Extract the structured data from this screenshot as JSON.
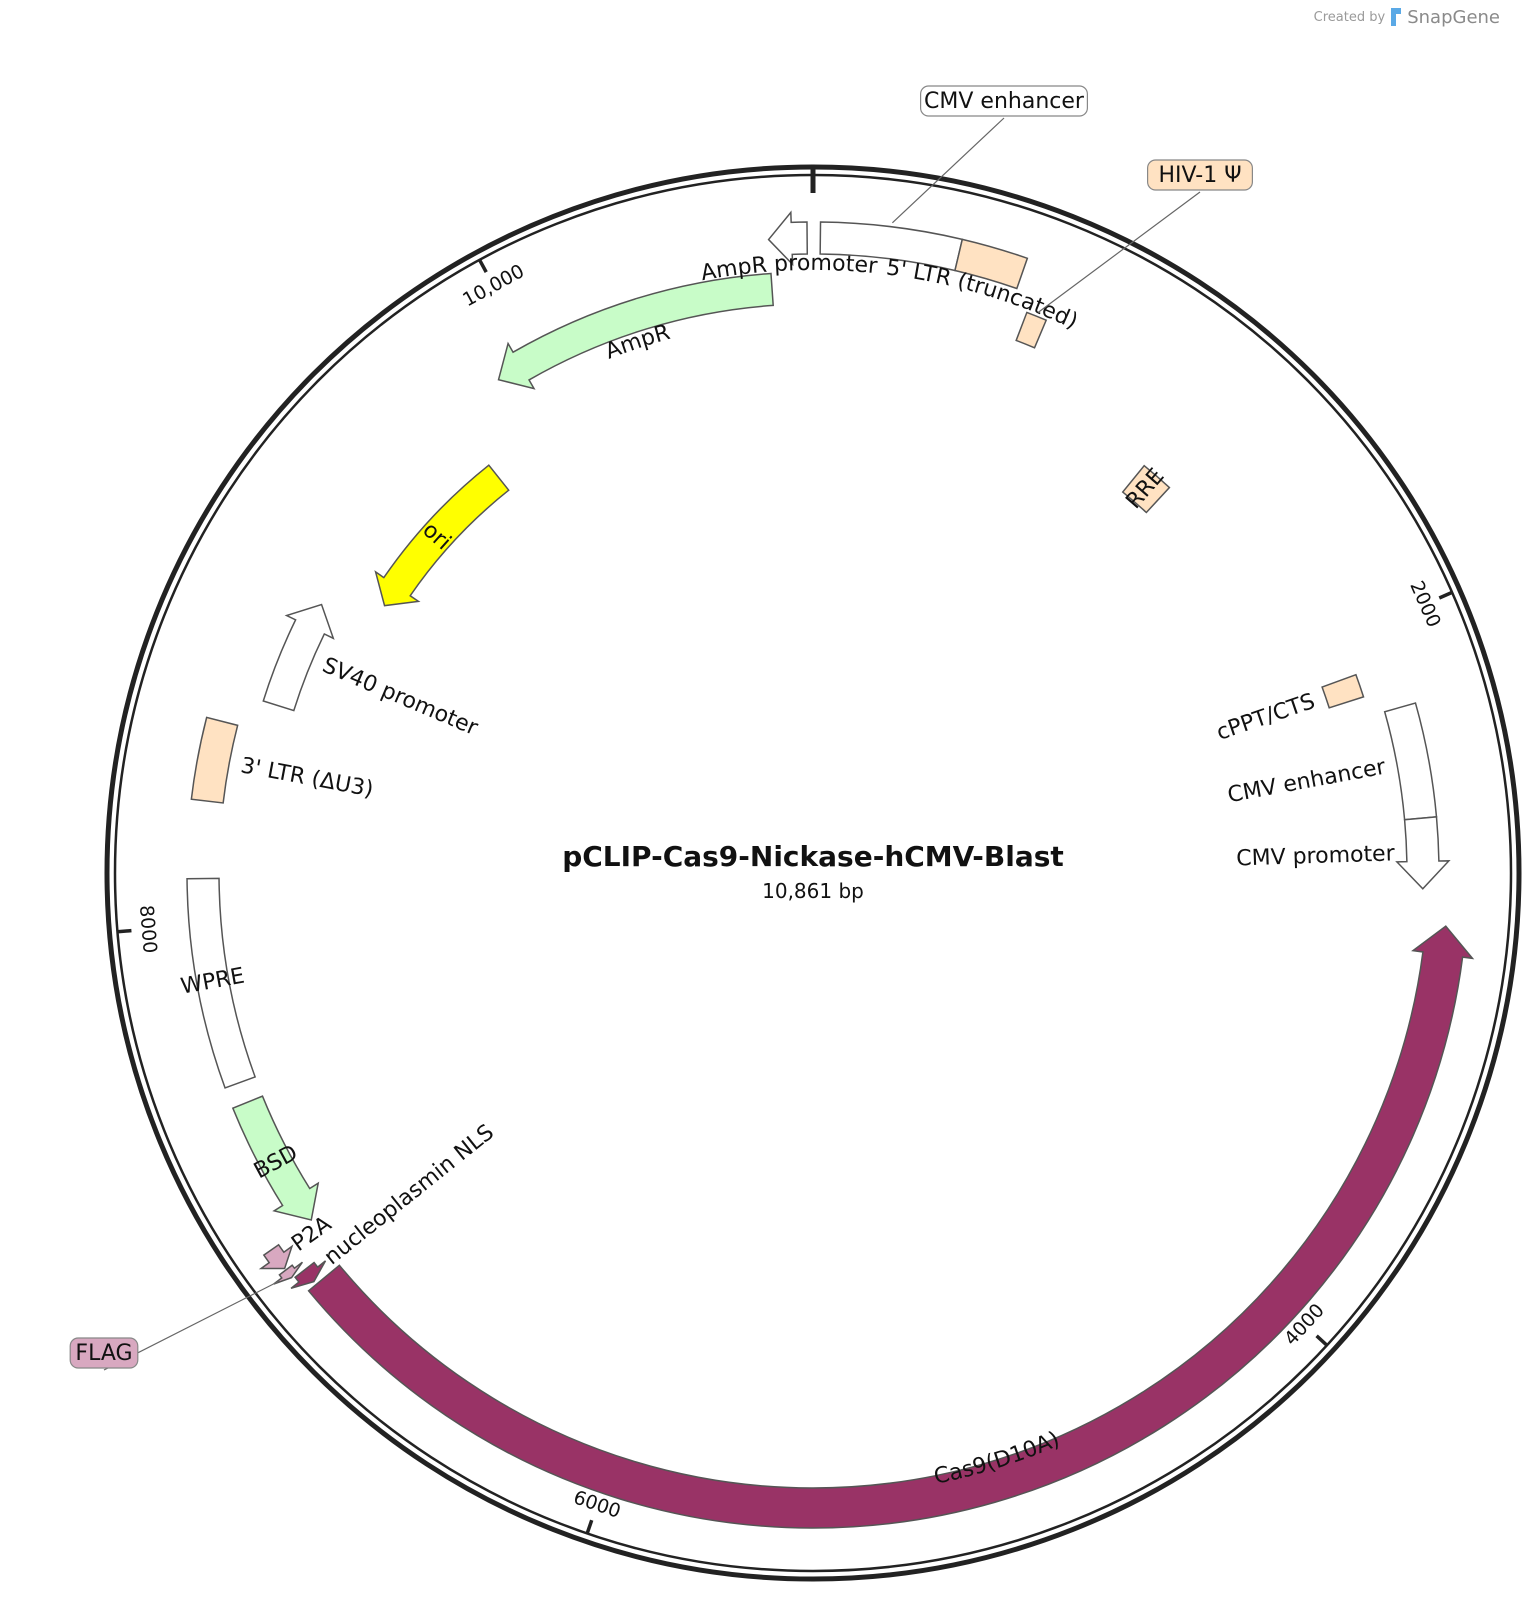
{
  "credit": {
    "prefix": "Created by",
    "brand": "SnapGene",
    "logo_icon": "snapgene-logo-icon"
  },
  "plasmid": {
    "name": "pCLIP-Cas9-Nickase-hCMV-Blast",
    "length_label": "10,861 bp",
    "length_bp": 10861
  },
  "ticks": [
    {
      "bp": 2000,
      "label": "2000"
    },
    {
      "bp": 4000,
      "label": "4000"
    },
    {
      "bp": 6000,
      "label": "6000"
    },
    {
      "bp": 8000,
      "label": "8000"
    },
    {
      "bp": 10000,
      "label": "10,000"
    }
  ],
  "colors": {
    "backbone": "#222222",
    "ltr": "#ffe2c2",
    "amp": "#c8fcc8",
    "ori": "#ffff00",
    "cas9": "#993366",
    "flag": "#d8a8c0",
    "white": "#ffffff",
    "outline": "#555555"
  },
  "features": [
    {
      "id": "cmv-enhancer-1",
      "label": "CMV enhancer",
      "start": 20,
      "end": 400,
      "direction": "none",
      "color": "#ffffff",
      "label_mode": "callout"
    },
    {
      "id": "ltr5",
      "label": "5' LTR (truncated)",
      "start": 400,
      "end": 580,
      "direction": "none",
      "color": "#ffe2c2",
      "label_mode": "curved"
    },
    {
      "id": "hiv-psi",
      "label": "HIV-1 Ψ",
      "start": 630,
      "end": 690,
      "direction": "none",
      "color": "#ffe2c2",
      "label_mode": "callout"
    },
    {
      "id": "rre",
      "label": "RRE",
      "start": 1180,
      "end": 1290,
      "direction": "none",
      "color": "#ffe2c2",
      "label_mode": "inside"
    },
    {
      "id": "cppt",
      "label": "cPPT/CTS",
      "start": 2110,
      "end": 2180,
      "direction": "none",
      "color": "#ffe2c2",
      "label_mode": "radial"
    },
    {
      "id": "cmv-enhancer-2",
      "label": "CMV enhancer",
      "start": 2240,
      "end": 2560,
      "direction": "none",
      "color": "#ffffff",
      "label_mode": "radial"
    },
    {
      "id": "cmv-promoter",
      "label": "CMV promoter",
      "start": 2560,
      "end": 2760,
      "direction": "forward",
      "color": "#ffffff",
      "label_mode": "radial"
    },
    {
      "id": "cas9",
      "label": "Cas9(D10A)",
      "start": 2860,
      "end": 6950,
      "direction": "reverse",
      "color": "#993366",
      "label_mode": "curved"
    },
    {
      "id": "nls",
      "label": "nucleoplasmin NLS",
      "start": 6960,
      "end": 7000,
      "direction": "reverse",
      "color": "#993366",
      "label_mode": "radial"
    },
    {
      "id": "flag",
      "label": "FLAG",
      "start": 7005,
      "end": 7030,
      "direction": "reverse",
      "color": "#d8a8c0",
      "label_mode": "callout"
    },
    {
      "id": "p2a",
      "label": "P2A",
      "start": 7035,
      "end": 7095,
      "direction": "reverse",
      "color": "#d8a8c0",
      "label_mode": "radial"
    },
    {
      "id": "bsd",
      "label": "BSD",
      "start": 7100,
      "end": 7480,
      "direction": "reverse",
      "color": "#c8fcc8",
      "label_mode": "inside"
    },
    {
      "id": "wpre",
      "label": "WPRE",
      "start": 7540,
      "end": 8130,
      "direction": "none",
      "color": "#ffffff",
      "label_mode": "inside"
    },
    {
      "id": "ltr3",
      "label": "3' LTR (ΔU3)",
      "start": 8350,
      "end": 8580,
      "direction": "none",
      "color": "#ffe2c2",
      "label_mode": "radial"
    },
    {
      "id": "sv40",
      "label": "SV40 promoter",
      "start": 8670,
      "end": 9010,
      "direction": "forward",
      "color": "#ffffff",
      "label_mode": "radial"
    },
    {
      "id": "ori",
      "label": "ori",
      "start": 9110,
      "end": 9700,
      "direction": "reverse",
      "color": "#ffff00",
      "label_mode": "inside"
    },
    {
      "id": "ampr",
      "label": "AmpR",
      "start": 9880,
      "end": 10740,
      "direction": "reverse",
      "color": "#c8fcc8",
      "label_mode": "curved"
    },
    {
      "id": "ampr-promoter",
      "label": "AmpR promoter",
      "start": 10740,
      "end": 10845,
      "direction": "reverse",
      "color": "#ffffff",
      "label_mode": "curved"
    }
  ]
}
